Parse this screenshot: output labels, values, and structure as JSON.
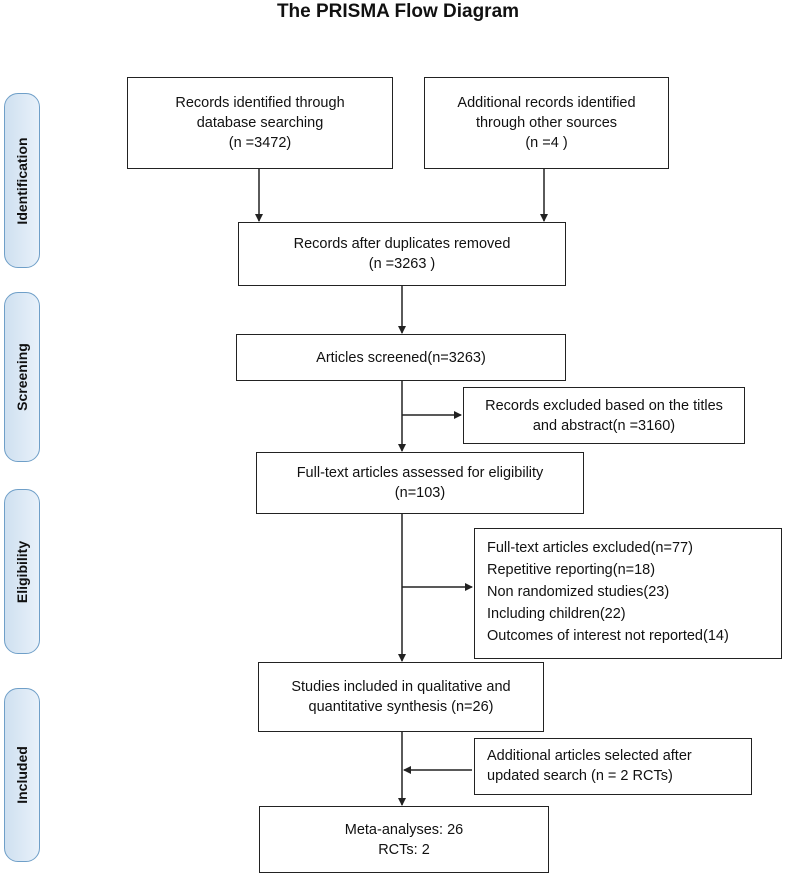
{
  "title": "The PRISMA  Flow Diagram",
  "stages": {
    "identification": "Identification",
    "screening": "Screening",
    "eligibility": "Eligibility",
    "included": "Included"
  },
  "boxes": {
    "database": {
      "line1": "Records identified through",
      "line2": "database searching",
      "line3": "(n =3472)"
    },
    "other_sources": {
      "line1": "Additional records identified",
      "line2": "through other sources",
      "line3": "(n =4 )"
    },
    "duplicates": {
      "line1": "Records after duplicates removed",
      "line2": "(n =3263 )"
    },
    "screened": {
      "line1": "Articles screened(n=3263)"
    },
    "excluded_titles": {
      "line1": "Records excluded based on the titles",
      "line2": "and abstract(n =3160)"
    },
    "fulltext": {
      "line1": "Full-text articles assessed for eligibility",
      "line2": "(n=103)"
    },
    "fulltext_excluded": {
      "line1": "Full-text articles excluded(n=77)",
      "line2": "Repetitive reporting(n=18)",
      "line3": "Non randomized studies(23)",
      "line4": "Including children(22)",
      "line5": "Outcomes of interest not reported(14)"
    },
    "included_studies": {
      "line1": "Studies included in qualitative and",
      "line2": "quantitative synthesis (n=26)"
    },
    "additional_articles": {
      "line1": "Additional articles selected after",
      "line2": "updated search (n = 2 RCTs)"
    },
    "final": {
      "line1": "Meta-analyses: 26",
      "line2": "RCTs: 2"
    }
  }
}
